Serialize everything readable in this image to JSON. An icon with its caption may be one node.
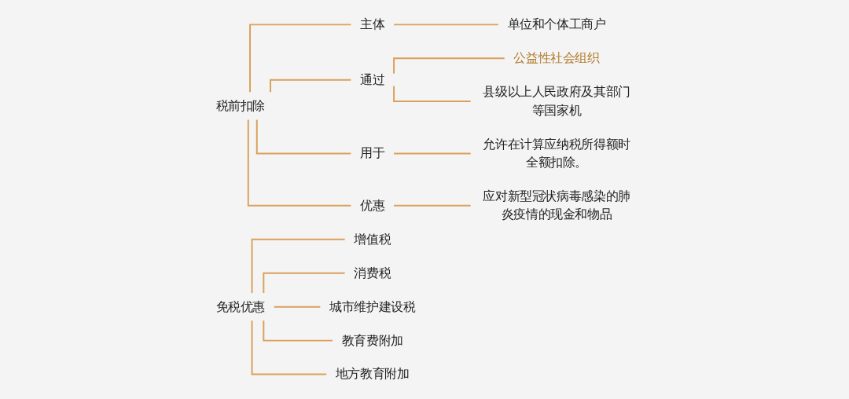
{
  "diagram": {
    "nodes": [
      {
        "text": [
          "税前扣除"
        ]
      },
      {
        "text": [
          "主体"
        ]
      },
      {
        "text": [
          "单位和个体工商户"
        ]
      },
      {
        "text": [
          "通过"
        ]
      },
      {
        "text": [
          "公益性社会组织"
        ]
      },
      {
        "text": [
          "县级以上人民政府及其部门等国家机"
        ]
      },
      {
        "text": [
          "用于"
        ]
      },
      {
        "text": [
          "允许在计算应纳税所得额时全额扣除。"
        ]
      },
      {
        "text": [
          "优惠"
        ]
      },
      {
        "text": [
          "应对新型冠状病毒感染的肺炎疫情的现金和物品"
        ]
      },
      {
        "text": [
          "免税优惠"
        ]
      },
      {
        "text": [
          "增值税"
        ]
      },
      {
        "text": [
          "消费税"
        ]
      },
      {
        "text": [
          "城市维护建设税"
        ]
      },
      {
        "text": [
          "教育费附加"
        ]
      },
      {
        "text": [
          "地方教育附加"
        ]
      }
    ],
    "edges": [
      {
        "from": 0,
        "to": 1,
        "arrow": "none"
      },
      {
        "from": 0,
        "to": 3,
        "arrow": "none"
      },
      {
        "from": 0,
        "to": 6,
        "arrow": "none"
      },
      {
        "from": 0,
        "to": 8,
        "arrow": "none"
      },
      {
        "from": 1,
        "to": 2,
        "arrow": "none"
      },
      {
        "from": 3,
        "to": 4,
        "arrow": "none"
      },
      {
        "from": 3,
        "to": 5,
        "arrow": "none"
      },
      {
        "from": 6,
        "to": 7,
        "arrow": "none"
      },
      {
        "from": 8,
        "to": 9,
        "arrow": "none"
      },
      {
        "from": 10,
        "to": 11,
        "arrow": "none"
      },
      {
        "from": 10,
        "to": 12,
        "arrow": "none"
      },
      {
        "from": 10,
        "to": 13,
        "arrow": "none"
      },
      {
        "from": 10,
        "to": 14,
        "arrow": "none"
      },
      {
        "from": 10,
        "to": 15,
        "arrow": "none"
      }
    ]
  }
}
